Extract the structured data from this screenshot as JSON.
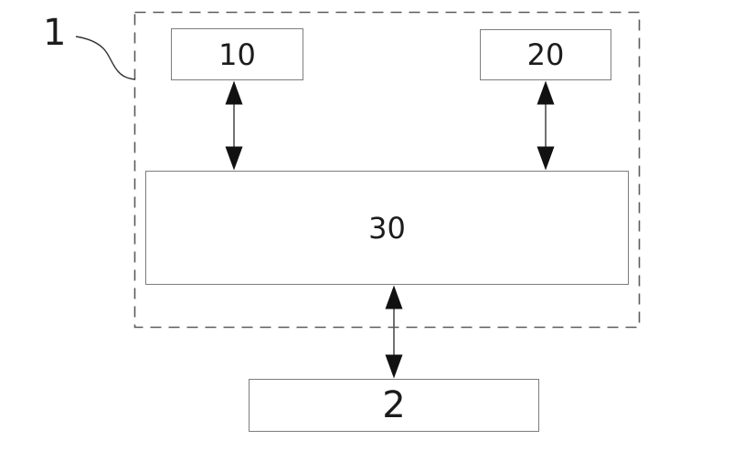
{
  "diagram": {
    "boundary": {
      "id": "1",
      "label": "1",
      "style": "dashed"
    },
    "nodes": [
      {
        "id": "10",
        "label": "10",
        "inside_boundary": true
      },
      {
        "id": "20",
        "label": "20",
        "inside_boundary": true
      },
      {
        "id": "30",
        "label": "30",
        "inside_boundary": true
      },
      {
        "id": "2",
        "label": "2",
        "inside_boundary": false
      }
    ],
    "edges": [
      {
        "from": "10",
        "to": "30",
        "bidirectional": true
      },
      {
        "from": "20",
        "to": "30",
        "bidirectional": true
      },
      {
        "from": "30",
        "to": "2",
        "bidirectional": true
      }
    ],
    "colors": {
      "background": "#ffffff",
      "box_border": "#7d7d7d",
      "dashed_border": "#5a5a5a",
      "arrow_head": "#111111",
      "arrow_shaft": "#4f4f4f",
      "leader_line": "#333333",
      "label_text": "#1c1c1c"
    }
  }
}
